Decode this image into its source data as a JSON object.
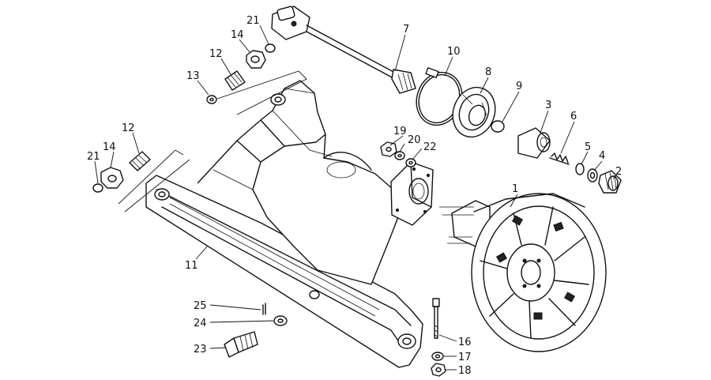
{
  "diagram": {
    "callouts": [
      {
        "id": "c1",
        "text": "1"
      },
      {
        "id": "c2",
        "text": "2"
      },
      {
        "id": "c3",
        "text": "3"
      },
      {
        "id": "c4",
        "text": "4"
      },
      {
        "id": "c5",
        "text": "5"
      },
      {
        "id": "c6",
        "text": "6"
      },
      {
        "id": "c7",
        "text": "7"
      },
      {
        "id": "c8",
        "text": "8"
      },
      {
        "id": "c9",
        "text": "9"
      },
      {
        "id": "c10",
        "text": "10"
      },
      {
        "id": "c11",
        "text": "11"
      },
      {
        "id": "c12a",
        "text": "12"
      },
      {
        "id": "c12b",
        "text": "12"
      },
      {
        "id": "c13",
        "text": "13"
      },
      {
        "id": "c14a",
        "text": "14"
      },
      {
        "id": "c14b",
        "text": "14"
      },
      {
        "id": "c16",
        "text": "16"
      },
      {
        "id": "c17",
        "text": "17"
      },
      {
        "id": "c18",
        "text": "18"
      },
      {
        "id": "c19",
        "text": "19"
      },
      {
        "id": "c20",
        "text": "20"
      },
      {
        "id": "c21a",
        "text": "21"
      },
      {
        "id": "c21b",
        "text": "21"
      },
      {
        "id": "c22",
        "text": "22"
      },
      {
        "id": "c23",
        "text": "23"
      },
      {
        "id": "c24",
        "text": "24"
      },
      {
        "id": "c25",
        "text": "25"
      }
    ]
  }
}
